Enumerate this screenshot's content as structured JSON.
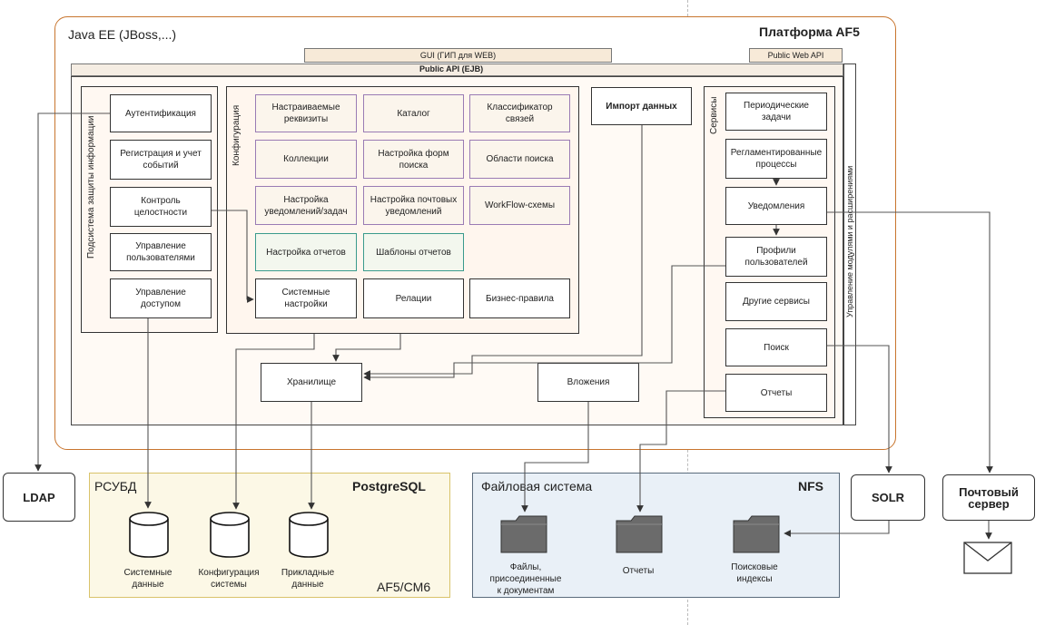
{
  "platform": {
    "title": "Платформа AF5",
    "java_ee": "Java EE (JBoss,...)",
    "gui": "GUI (ГИП для WEB)",
    "public_web_api": "Public Web API",
    "public_api": "Public API (EJB)",
    "extensions_label": "Управление модулями и расширениями"
  },
  "security": {
    "title": "Подсистема защиты информации",
    "items": [
      "Аутентификация",
      "Регистрация и учет событий",
      "Контроль целостности",
      "Управление пользователями",
      "Управление доступом"
    ]
  },
  "config": {
    "title": "Конфигурация",
    "items": [
      "Настраиваемые реквизиты",
      "Каталог",
      "Классификатор связей",
      "Коллекции",
      "Настройка форм поиска",
      "Области поиска",
      "Настройка уведомлений/задач",
      "Настройка почтовых уведомлений",
      "WorkFlow-схемы",
      "Настройка отчетов",
      "Шаблоны отчетов",
      "Системные настройки",
      "Релации",
      "Бизнес-правила"
    ]
  },
  "import_data": "Импорт данных",
  "services": {
    "title": "Сервисы",
    "items": [
      "Периодические задачи",
      "Регламентированные процессы",
      "Уведомления",
      "Профили пользователей",
      "Другие сервисы",
      "Поиск",
      "Отчеты"
    ]
  },
  "storage": "Хранилище",
  "attachments": "Вложения",
  "ldap": "LDAP",
  "solr": "SOLR",
  "mail_server": "Почтовый сервер",
  "rdbms": {
    "title": "РСУБД",
    "product": "PostgreSQL",
    "footer": "AF5/CM6",
    "dbs": [
      "Системные данные",
      "Конфигурация системы",
      "Прикладные данные"
    ]
  },
  "fs": {
    "title": "Файловая система",
    "product": "NFS",
    "folders": [
      "Файлы, присоединенные к документам",
      "Отчеты",
      "Поисковые индексы"
    ]
  }
}
